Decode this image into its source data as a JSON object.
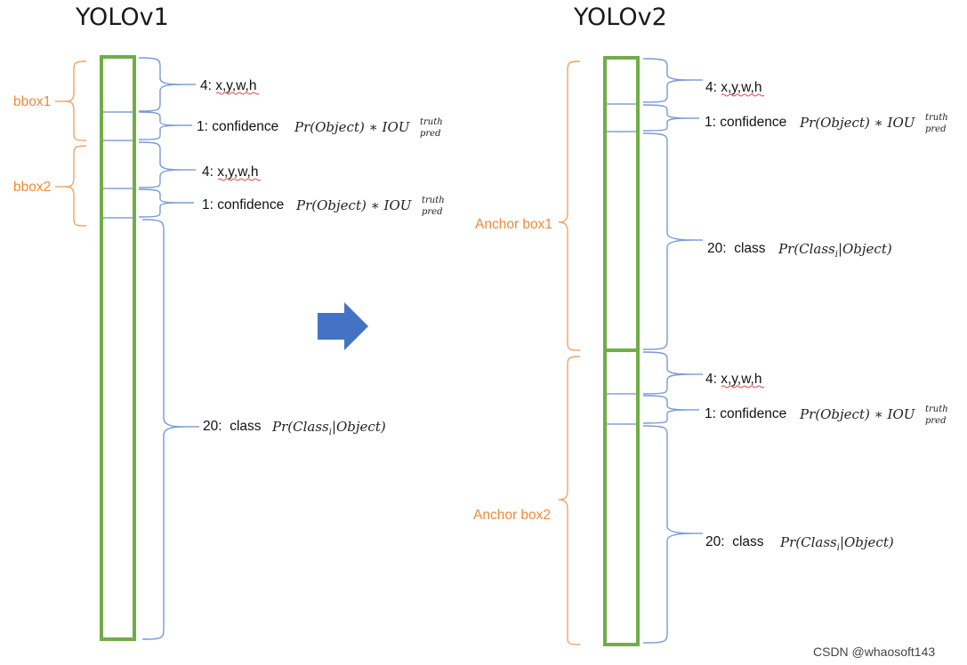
{
  "yolov1": {
    "title": "YOLOv1",
    "groups": [
      "bbox1",
      "bbox2"
    ],
    "rows": [
      {
        "count": "4:",
        "name": "x,y,w,h",
        "formula": ""
      },
      {
        "count": "1:",
        "name": "confidence",
        "formula": "Pr(Object) ∗ IOU",
        "sup": "truth",
        "sub": "pred"
      },
      {
        "count": "4:",
        "name": "x,y,w,h",
        "formula": ""
      },
      {
        "count": "1:",
        "name": "confidence",
        "formula": "Pr(Object) ∗ IOU",
        "sup": "truth",
        "sub": "pred"
      },
      {
        "count": "20:",
        "name": "class",
        "formula": "Pr(Class",
        "sub": "i",
        "tail": "|Object)"
      }
    ]
  },
  "yolov2": {
    "title": "YOLOv2",
    "groups": [
      "Anchor box1",
      "Anchor box2"
    ],
    "rows": [
      {
        "count": "4:",
        "name": "x,y,w,h",
        "formula": ""
      },
      {
        "count": "1:",
        "name": "confidence",
        "formula": "Pr(Object) ∗ IOU",
        "sup": "truth",
        "sub": "pred"
      },
      {
        "count": "20:",
        "name": "class",
        "formula": "Pr(Class",
        "sub": "i",
        "tail": "|Object)"
      },
      {
        "count": "4:",
        "name": "x,y,w,h",
        "formula": ""
      },
      {
        "count": "1:",
        "name": "confidence",
        "formula": "Pr(Object) ∗ IOU",
        "sup": "truth",
        "sub": "pred"
      },
      {
        "count": "20:",
        "name": "class",
        "formula": "Pr(Class",
        "sub": "i",
        "tail": "|Object)"
      }
    ]
  },
  "arrow_color": "#4472c4",
  "column_color": "#71ad47",
  "bracket_color": "#7a9ad6",
  "group_color": "#ee8a3a",
  "watermark": "CSDN @whaosoft143"
}
